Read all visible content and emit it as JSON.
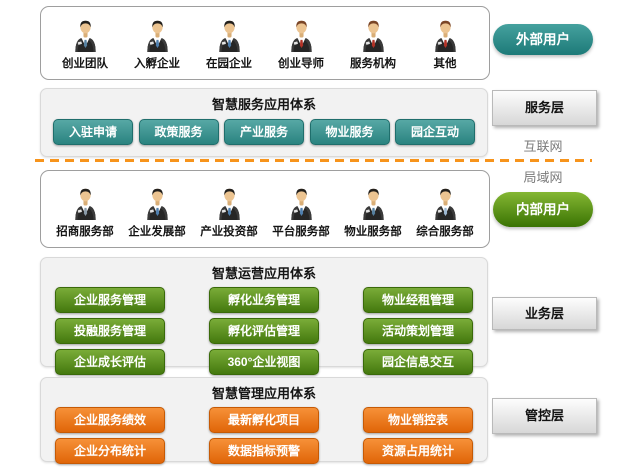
{
  "diagram": {
    "external_users": {
      "badge": "外部用户",
      "items": [
        {
          "label": "创业团队",
          "tie": "#56809f",
          "hair": "#23201c"
        },
        {
          "label": "入孵企业",
          "tie": "#4f7fae",
          "hair": "#23201c"
        },
        {
          "label": "在园企业",
          "tie": "#4f7fae",
          "hair": "#23201c"
        },
        {
          "label": "创业导师",
          "tie": "#b03227",
          "hair": "#7a4526"
        },
        {
          "label": "服务机构",
          "tie": "#b03227",
          "hair": "#7a4526"
        },
        {
          "label": "其他",
          "tie": "#b03227",
          "hair": "#7a4526"
        }
      ]
    },
    "service_layer": {
      "title": "智慧服务应用体系",
      "buttons": [
        "入驻申请",
        "政策服务",
        "产业服务",
        "物业服务",
        "园企互动"
      ],
      "badge": "服务层"
    },
    "network": {
      "internet": "互联网",
      "lan": "局域网"
    },
    "internal_users": {
      "badge": "内部用户",
      "items": [
        {
          "label": "招商服务部",
          "tie": "#8a9aa8",
          "hair": "#23201c"
        },
        {
          "label": "企业发展部",
          "tie": "#4f7fae",
          "hair": "#23201c"
        },
        {
          "label": "产业投资部",
          "tie": "#4f7fae",
          "hair": "#23201c"
        },
        {
          "label": "平台服务部",
          "tie": "#4f7fae",
          "hair": "#23201c"
        },
        {
          "label": "物业服务部",
          "tie": "#56809f",
          "hair": "#23201c"
        },
        {
          "label": "综合服务部",
          "tie": "#9db8d2",
          "hair": "#23201c"
        }
      ]
    },
    "operation_layer": {
      "title": "智慧运营应用体系",
      "rows": [
        [
          "企业服务管理",
          "孵化业务管理",
          "物业经租管理"
        ],
        [
          "投融服务管理",
          "孵化评估管理",
          "活动策划管理"
        ],
        [
          "企业成长评估",
          "360°企业视图",
          "园企信息交互"
        ]
      ],
      "badge": "业务层"
    },
    "management_layer": {
      "title": "智慧管理应用体系",
      "rows": [
        [
          "企业服务绩效",
          "最新孵化项目",
          "物业销控表"
        ],
        [
          "企业分布统计",
          "数据指标预警",
          "资源占用统计"
        ]
      ],
      "badge": "管控层"
    },
    "colors": {
      "teal_button_top": "#57a8a5",
      "teal_button_bottom": "#2a8380",
      "green_button_top": "#7aac38",
      "green_button_bottom": "#44790e",
      "orange_button_top": "#f69138",
      "orange_button_bottom": "#e06508",
      "external_badge": "#2e8c89",
      "internal_badge": "#5a9116",
      "layer_badge_bg": "#e6e6e6",
      "divider": "#f7941c"
    }
  }
}
